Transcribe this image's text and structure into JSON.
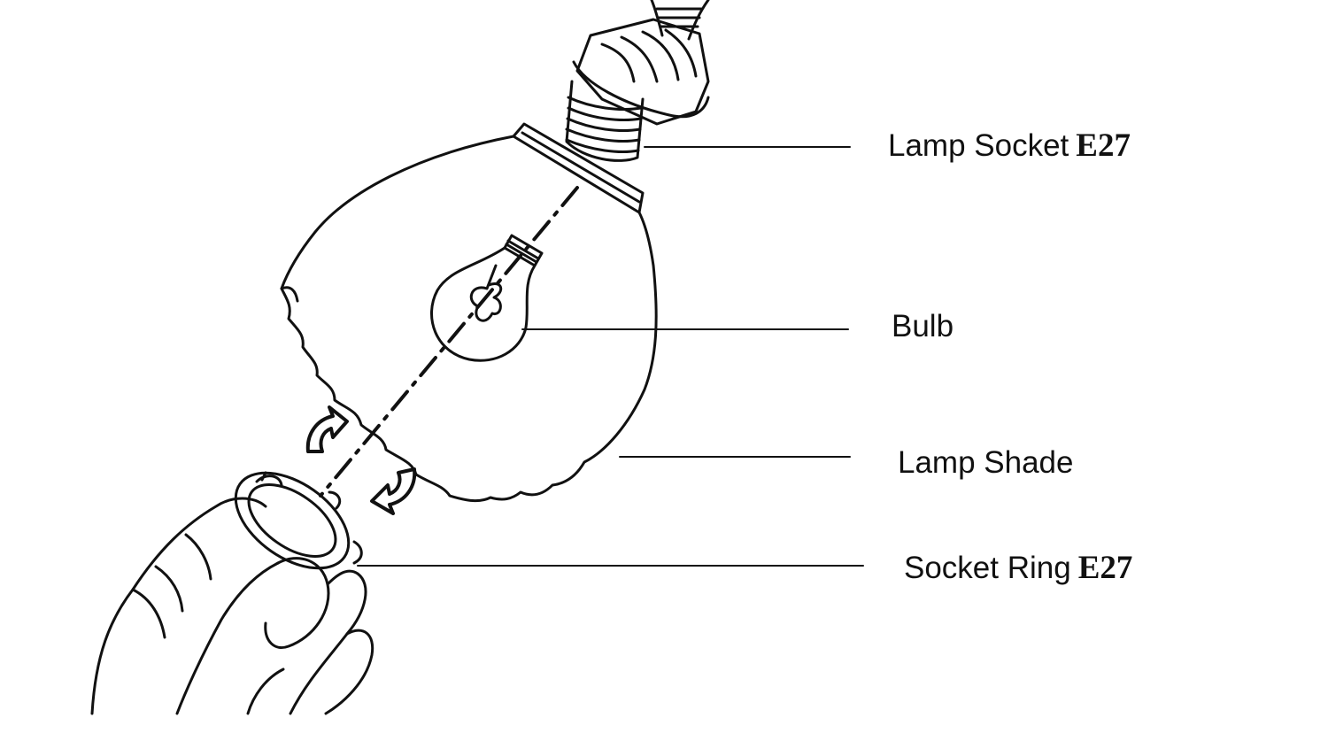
{
  "labels": {
    "lamp_socket": {
      "text": "Lamp Socket",
      "code": "E27"
    },
    "bulb": {
      "text": "Bulb"
    },
    "lamp_shade": {
      "text": "Lamp Shade"
    },
    "socket_ring": {
      "text": "Socket Ring",
      "code": "E27"
    }
  },
  "colors": {
    "line": "#111111",
    "background": "#ffffff"
  },
  "icons": [
    "lamp-socket-icon",
    "bulb-icon",
    "lamp-shade-icon",
    "socket-ring-icon",
    "hand-icon",
    "rotate-arrow-icon"
  ]
}
